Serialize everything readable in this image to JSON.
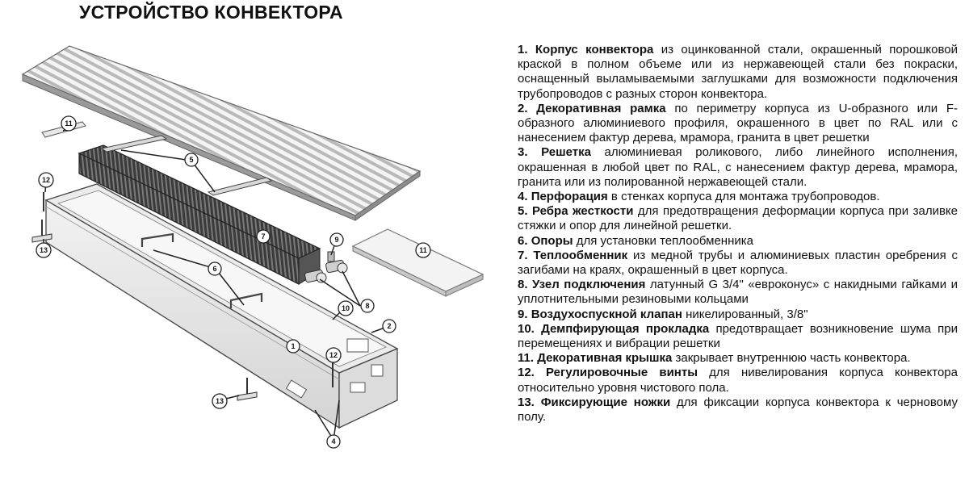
{
  "title": "УСТРОЙСТВО КОНВЕКТОРА",
  "parts": [
    {
      "num": "1.",
      "term": "Корпус конвектора",
      "text": " из оцинкованной стали, окрашенный порошковой краской в полном объеме или из нержавеющей стали без покраски, оснащенный выламываемыми заглушками для возможности подключения трубопроводов с разных сторон конвектора."
    },
    {
      "num": "2.",
      "term": "Декоративная рамка",
      "text": " по периметру корпуса из U-образного или F-образного алюминиевого профиля, окрашенного в цвет по RAL или с нанесением фактур дерева, мрамора, гранита в цвет решетки"
    },
    {
      "num": "3.",
      "term": "Решетка",
      "text": " алюминиевая роликового, либо линейного исполнения, окрашенная в любой цвет по RAL, с нанесением фактур дерева, мрамора, гранита или из полированной нержавеющей стали."
    },
    {
      "num": "4.",
      "term": "Перфорация",
      "text": " в стенках корпуса для монтажа трубопроводов."
    },
    {
      "num": "5.",
      "term": "Ребра жесткости",
      "text": " для предотвращения деформации корпуса при заливке стяжки и опор для линейной решетки."
    },
    {
      "num": "6.",
      "term": "Опоры",
      "text": " для установки теплообменника"
    },
    {
      "num": "7.",
      "term": "Теплообменник",
      "text": " из медной трубы и алюминиевых пластин оребрения с загибами на краях, окрашенный в цвет корпуса."
    },
    {
      "num": "8.",
      "term": "Узел подключения",
      "text": " латунный G 3/4\" «евроконус» с накидными гайками и уплотнительными резиновыми кольцами"
    },
    {
      "num": "9.",
      "term": "Воздухоспускной клапан",
      "text": " никелированный, 3/8\""
    },
    {
      "num": "10.",
      "term": "Демпфирующая прокладка",
      "text": " предотвращает возникновение шума при перемещениях и вибрации решетки"
    },
    {
      "num": "11.",
      "term": "Декоративная крышка",
      "text": " закрывает внутреннюю часть конвектора."
    },
    {
      "num": "12.",
      "term": "Регулировочные винты",
      "text": " для нивелирования корпуса конвектора относительно уровня чистового пола."
    },
    {
      "num": "13.",
      "term": "Фиксирующие ножки",
      "text": " для фиксации корпуса конвектора к черновому полу."
    }
  ],
  "callouts": [
    "1",
    "2",
    "4",
    "5",
    "6",
    "7",
    "8",
    "9",
    "10",
    "11",
    "12",
    "13"
  ]
}
